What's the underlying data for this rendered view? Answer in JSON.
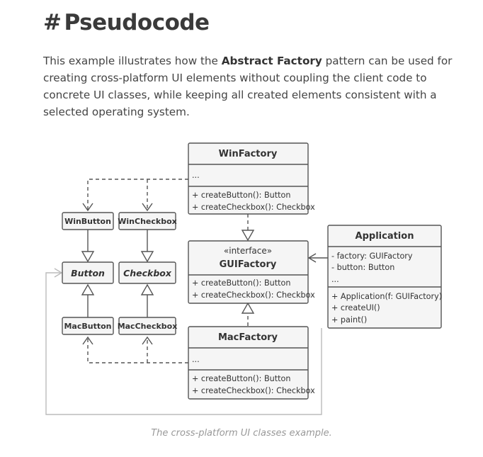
{
  "header": {
    "hash": "#",
    "title": "Pseudocode"
  },
  "intro": {
    "before": "This example illustrates how the ",
    "strong": "Abstract Factory",
    "after": " pattern can be used for creating cross-platform UI elements without coupling the client code to concrete UI classes, while keeping all created elements consistent with a selected operating system."
  },
  "diagram": {
    "winfactory": {
      "name": "WinFactory",
      "fields": [
        "..."
      ],
      "methods": [
        "+ createButton(): Button",
        "+ createCheckbox(): Checkbox"
      ]
    },
    "guifactory": {
      "stereotype": "«interface»",
      "name": "GUIFactory",
      "methods": [
        "+ createButton(): Button",
        "+ createCheckbox(): Checkbox"
      ]
    },
    "macfactory": {
      "name": "MacFactory",
      "fields": [
        "..."
      ],
      "methods": [
        "+ createButton(): Button",
        "+ createCheckbox(): Checkbox"
      ]
    },
    "application": {
      "name": "Application",
      "fields": [
        "- factory: GUIFactory",
        "- button: Button",
        "..."
      ],
      "methods": [
        "+ Application(f: GUIFactory)",
        "+ createUI()",
        "+ paint()"
      ]
    },
    "winbutton": "WinButton",
    "wincheckbox": "WinCheckbox",
    "button": "Button",
    "checkbox": "Checkbox",
    "macbutton": "MacButton",
    "maccheckbox": "MacCheckbox"
  },
  "caption": "The cross-platform UI classes example."
}
